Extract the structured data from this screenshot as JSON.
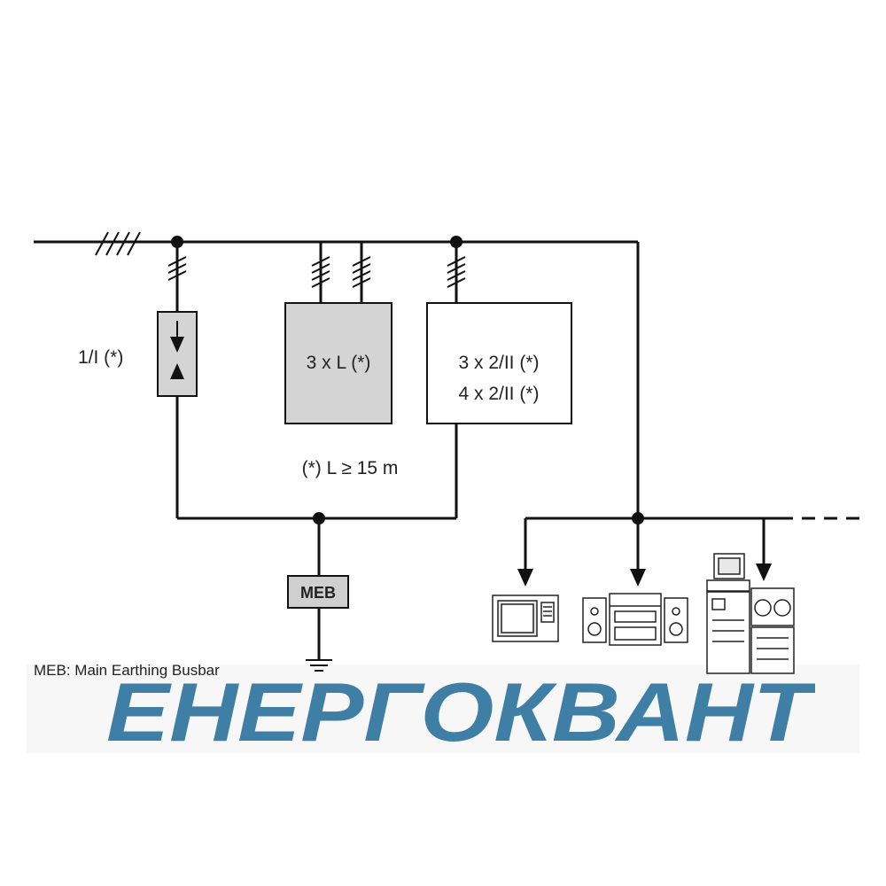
{
  "labels": {
    "surge_protector": "1/I (*)",
    "box_grey": "3 x L (*)",
    "box_white_line1": "3 x 2/II (*)",
    "box_white_line2": "4 x 2/II (*)",
    "length_note": "(*) L ≥ 15 m",
    "meb": "MEB",
    "legend": "MEB: Main Earthing Busbar"
  },
  "logo": {
    "text": "ЕНЕРГОКВАНТ",
    "color": "#3f7fa6"
  },
  "colors": {
    "line": "#111111",
    "grey_box": "#d4d4d4",
    "meb_box": "#cfcfcf"
  },
  "icons": [
    "microwave-icon",
    "hifi-system-icon",
    "computer-workstation-icon",
    "ground-icon"
  ]
}
